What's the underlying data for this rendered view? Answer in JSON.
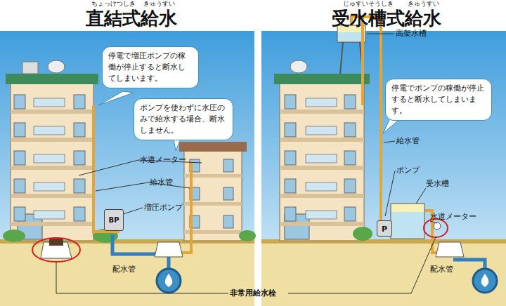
{
  "diagram": {
    "nodes": [
      {
        "text": [
          "停電で増圧ポンプの稼働が停止すると断水してしまいます。"
        ]
      },
      {
        "text": [
          "ポンプを使わずに水圧のみで給水する場合、断水しません。"
        ]
      },
      {
        "text": [
          "停電でポンプの稼働が停止すると断水してしまいます。"
        ]
      },
      {
        "text": [
          "BP"
        ]
      },
      {
        "text": [
          "P"
        ]
      }
    ],
    "labels": [
      "ちょっけつしき",
      "きゅうすい",
      "直結式給水",
      "じゅすいそうしき",
      "きゅうすい",
      "受水槽式給水",
      "水道メーター",
      "給水管",
      "増圧ポンプ",
      "配水管",
      "高架水槽",
      "給水管",
      "ポンプ",
      "受水槽",
      "水道メーター",
      "配水管",
      "非常用給水栓"
    ]
  }
}
